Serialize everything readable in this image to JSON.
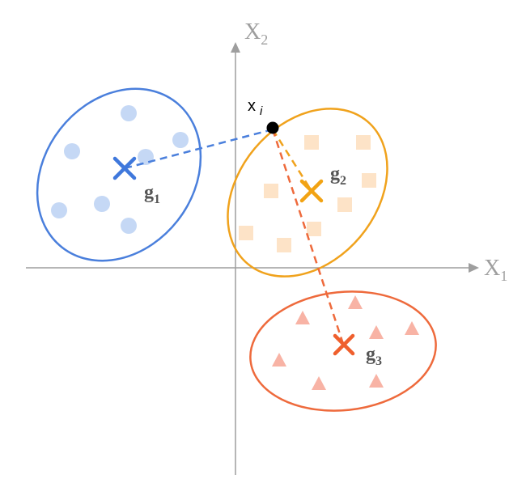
{
  "axes": {
    "x_label": "X",
    "x_subscript": "1",
    "y_label": "X",
    "y_subscript": "2",
    "color": "#9e9e9e"
  },
  "point": {
    "label": "x",
    "subscript": "i",
    "color": "#000000"
  },
  "clusters": [
    {
      "id": "g1",
      "label": "g",
      "subscript": "1",
      "shape": "circle",
      "outline_color": "#4a7fdc",
      "marker_color": "#c5d8f5",
      "centroid_color": "#3f78dc"
    },
    {
      "id": "g2",
      "label": "g",
      "subscript": "2",
      "shape": "square",
      "outline_color": "#f0a21c",
      "marker_color": "#fde3c7",
      "centroid_color": "#f2a313"
    },
    {
      "id": "g3",
      "label": "g",
      "subscript": "3",
      "shape": "triangle",
      "outline_color": "#ee6a3c",
      "marker_color": "#f8b3a5",
      "centroid_color": "#ef5f2d"
    }
  ],
  "label_color": "#555555"
}
